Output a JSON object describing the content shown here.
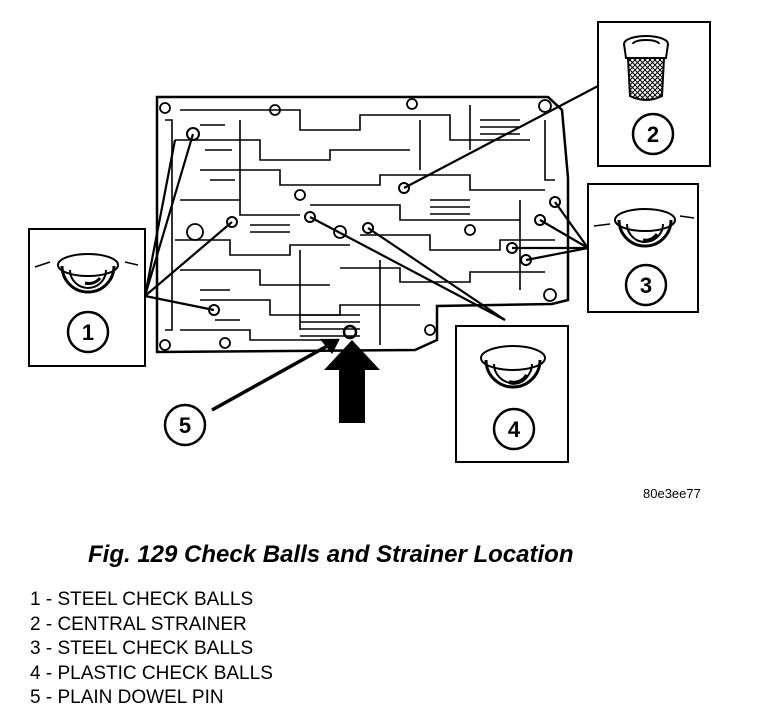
{
  "figure": {
    "code": "80e3ee77",
    "caption": "Fig. 129 Check Balls and Strainer Location"
  },
  "callouts": [
    {
      "number": "1",
      "label": "STEEL CHECK BALLS"
    },
    {
      "number": "2",
      "label": "CENTRAL STRAINER"
    },
    {
      "number": "3",
      "label": "STEEL CHECK BALLS"
    },
    {
      "number": "4",
      "label": "PLASTIC CHECK BALLS"
    },
    {
      "number": "5",
      "label": "PLAIN DOWEL PIN"
    }
  ],
  "legend": [
    "1 - STEEL CHECK BALLS",
    "2 - CENTRAL STRAINER",
    "3 - STEEL CHECK BALLS",
    "4 - PLASTIC CHECK BALLS",
    "5 - PLAIN DOWEL PIN"
  ]
}
